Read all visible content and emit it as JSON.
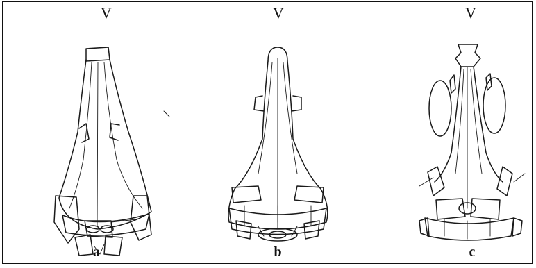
{
  "panels": [
    {
      "id": "a",
      "top_label": "V",
      "bottom_label": "a"
    },
    {
      "id": "b",
      "top_label": "V",
      "bottom_label": "b"
    },
    {
      "id": "c",
      "top_label": "V",
      "bottom_label": "c"
    }
  ]
}
